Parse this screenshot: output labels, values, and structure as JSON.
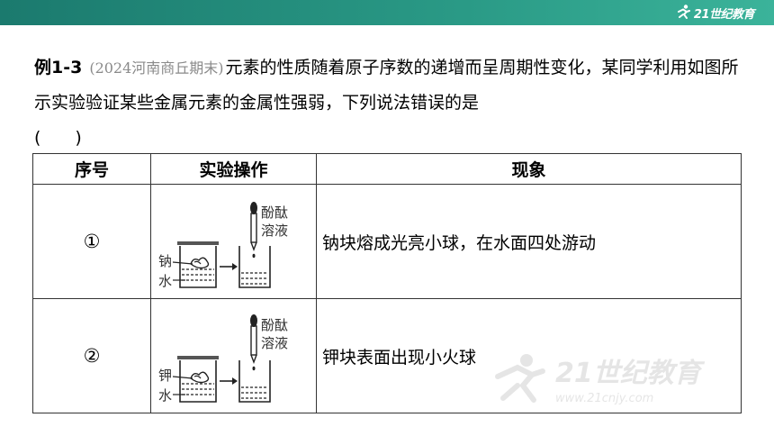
{
  "brand": {
    "logo_text": "21世纪教育",
    "watermark_text": "21世纪教育",
    "watermark_url": "www.21cnjy.com"
  },
  "question": {
    "label": "例1-3",
    "source": "(2024河南商丘期末)",
    "text": "元素的性质随着原子序数的递增而呈周期性变化，某同学利用如图所示实验验证某些金属元素的金属性强弱，下列说法错误的是",
    "answer_blank": "(　　)"
  },
  "table": {
    "headers": [
      "序号",
      "实验操作",
      "现象"
    ],
    "rows": [
      {
        "number": "①",
        "metal_label": "钠",
        "water_label": "水",
        "indicator_label_1": "酚酞",
        "indicator_label_2": "溶液",
        "phenomenon": "钠块熔成光亮小球，在水面四处游动"
      },
      {
        "number": "②",
        "metal_label": "钾",
        "water_label": "水",
        "indicator_label_1": "酚酞",
        "indicator_label_2": "溶液",
        "phenomenon": "钾块表面出现小火球"
      }
    ]
  },
  "colors": {
    "header_bar": "#1b7a6e",
    "source_text": "#8a8a8a",
    "border": "#333333"
  }
}
